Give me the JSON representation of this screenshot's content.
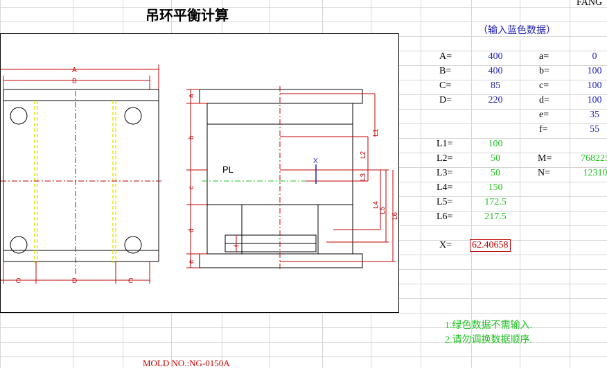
{
  "sheet": {
    "title": "吊环平衡计算",
    "header_partial": "FANG",
    "hint_input": "（输入蓝色数据）",
    "note1": "1.绿色数据不需输入.",
    "note2": "2.请勿调换数据顺序.",
    "mold_no": "MOLD NO.:NG-0150A"
  },
  "inputs_left": [
    {
      "label": "A=",
      "value": "400"
    },
    {
      "label": "B=",
      "value": "400"
    },
    {
      "label": "C=",
      "value": "85"
    },
    {
      "label": "D=",
      "value": "220"
    }
  ],
  "inputs_right": [
    {
      "label": "a=",
      "value": "0"
    },
    {
      "label": "b=",
      "value": "100"
    },
    {
      "label": "c=",
      "value": "100"
    },
    {
      "label": "d=",
      "value": "100"
    },
    {
      "label": "e=",
      "value": "35"
    },
    {
      "label": "f=",
      "value": "55"
    }
  ],
  "computed": [
    {
      "label": "L1=",
      "value": "100"
    },
    {
      "label": "L2=",
      "value": "50"
    },
    {
      "label": "L3=",
      "value": "50"
    },
    {
      "label": "L4=",
      "value": "150"
    },
    {
      "label": "L5=",
      "value": "172.5"
    },
    {
      "label": "L6=",
      "value": "217.5"
    }
  ],
  "mn": [
    {
      "label": "M=",
      "value": "768225"
    },
    {
      "label": "N=",
      "value": "12310"
    }
  ],
  "result": {
    "label": "X=",
    "value": "62.40658"
  },
  "drawing": {
    "dims_top": [
      "A",
      "B"
    ],
    "dims_bottom": [
      "C",
      "D",
      "C"
    ],
    "dims_side": [
      "a",
      "b",
      "c",
      "d",
      "e"
    ],
    "dims_right": [
      "L1",
      "L2",
      "L3",
      "L4",
      "L5",
      "L6"
    ],
    "f_label": "f",
    "pl_label": "PL",
    "x_label": "X"
  },
  "colors": {
    "input": "#1f1fb0",
    "computed": "#1fc01f",
    "drawing": "#c00000",
    "yellow": "#e8e800"
  }
}
